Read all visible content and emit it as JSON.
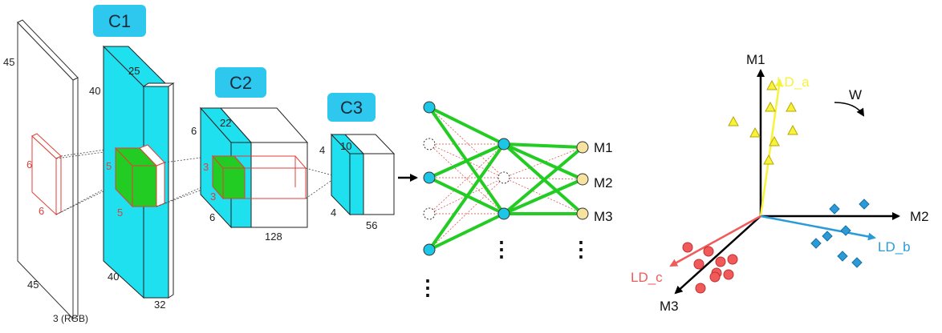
{
  "colors": {
    "cyan": "#1ee0ef",
    "badge": "#2ec8ef",
    "green": "#22cc22",
    "red": "#e0413a",
    "node_cyan": "#1ec6e6",
    "node_out": "#f7e3a0",
    "yellow": "#f7f23a",
    "blue": "#2a9bd8",
    "salmon": "#f05a5a"
  },
  "cnn": {
    "input": {
      "height": "45",
      "width": "45",
      "depth": "3 (RGB)",
      "kernel_h": "6",
      "kernel_w": "6"
    },
    "c1": {
      "label": "C1",
      "height": "40",
      "width": "40",
      "top": "25",
      "depth": "32",
      "kernel_a": "5",
      "kernel_b": "5"
    },
    "c2": {
      "label": "C2",
      "height": "6",
      "width": "6",
      "top": "22",
      "depth": "128",
      "kernel_a": "3",
      "kernel_b": "3"
    },
    "c3": {
      "label": "C3",
      "height": "4",
      "width": "4",
      "top": "10",
      "depth": "56"
    }
  },
  "network": {
    "outputs": [
      "M1",
      "M2",
      "M3"
    ],
    "ellipsis": "⋮"
  },
  "projection": {
    "axes": {
      "m1": "M1",
      "m2": "M2",
      "m3": "M3"
    },
    "vectors": {
      "a": "LD_a",
      "b": "LD_b",
      "c": "LD_c"
    },
    "rotation_label": "W"
  }
}
